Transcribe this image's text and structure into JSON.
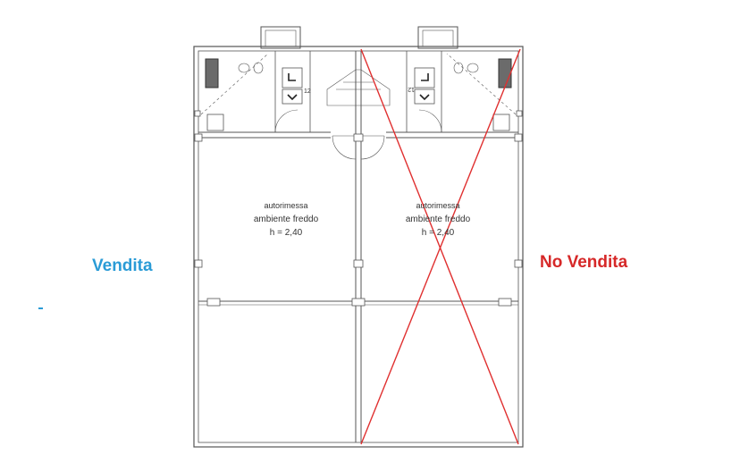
{
  "colors": {
    "sale": "#2a9bd6",
    "not_sale": "#d62828",
    "wall": "#555555",
    "cross": "#e03030"
  },
  "labels": {
    "sale": "Vendita",
    "not_sale": "No Vendita"
  },
  "rooms": {
    "left": {
      "name": "autorimessa",
      "type": "ambiente freddo",
      "height": "h = 2,40"
    },
    "right": {
      "name": "autorimessa",
      "type": "ambiente freddo",
      "height": "h = 2,40"
    }
  },
  "marks": {
    "left_unit": "12",
    "right_unit": "12"
  }
}
